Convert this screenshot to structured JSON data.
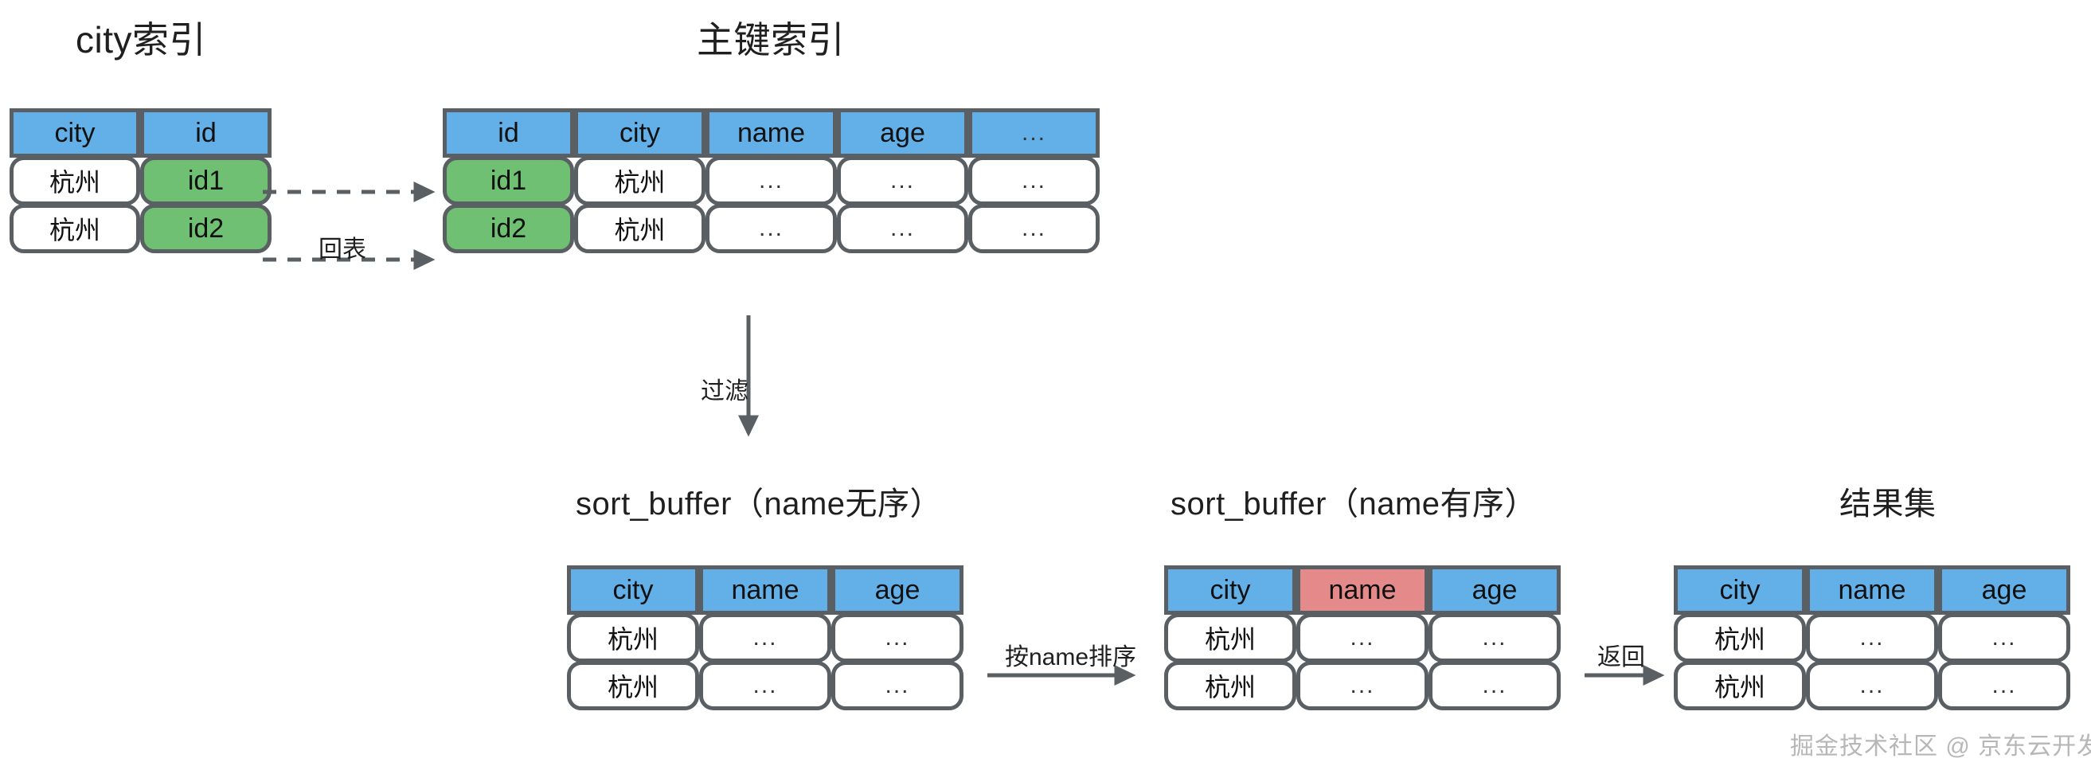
{
  "diagram": {
    "titles": {
      "city_index": "city索引",
      "pk_index": "主键索引",
      "sort_buffer_unsorted": "sort_buffer（name无序）",
      "sort_buffer_sorted": "sort_buffer（name有序）",
      "result_set": "结果集"
    },
    "tables": {
      "city_index": {
        "headers": [
          "city",
          "id"
        ],
        "rows": [
          [
            "杭州",
            "id1"
          ],
          [
            "杭州",
            "id2"
          ]
        ],
        "highlight_cells": [
          [
            0,
            1
          ],
          [
            1,
            1
          ]
        ],
        "highlight_color": "#6fc073"
      },
      "pk_index": {
        "headers": [
          "id",
          "city",
          "name",
          "age",
          "..."
        ],
        "rows": [
          [
            "id1",
            "杭州",
            "...",
            "...",
            "..."
          ],
          [
            "id2",
            "杭州",
            "...",
            "...",
            "..."
          ]
        ],
        "highlight_cells": [
          [
            0,
            0
          ],
          [
            1,
            0
          ]
        ],
        "highlight_color": "#6fc073"
      },
      "sort_buffer_unsorted": {
        "headers": [
          "city",
          "name",
          "age"
        ],
        "rows": [
          [
            "杭州",
            "...",
            "..."
          ],
          [
            "杭州",
            "...",
            "..."
          ]
        ],
        "header_highlight": null,
        "header_highlight_color": "#e58a8a"
      },
      "sort_buffer_sorted": {
        "headers": [
          "city",
          "name",
          "age"
        ],
        "rows": [
          [
            "杭州",
            "...",
            "..."
          ],
          [
            "杭州",
            "...",
            "..."
          ]
        ],
        "header_highlight": 1,
        "header_highlight_color": "#e58a8a"
      },
      "result_set": {
        "headers": [
          "city",
          "name",
          "age"
        ],
        "rows": [
          [
            "杭州",
            "...",
            "..."
          ],
          [
            "杭州",
            "...",
            "..."
          ]
        ],
        "header_highlight": null,
        "header_highlight_color": "#e58a8a"
      }
    },
    "arrows": {
      "back_to_table": {
        "label": "回表",
        "style": "dashed",
        "direction": "right",
        "count": 2
      },
      "filter": {
        "label": "过滤",
        "style": "solid",
        "direction": "down",
        "count": 1
      },
      "sort_by_name": {
        "label": "按name排序",
        "style": "solid",
        "direction": "right",
        "count": 1
      },
      "return": {
        "label": "返回",
        "style": "solid",
        "direction": "right",
        "count": 1
      }
    },
    "colors": {
      "header_blue": "#63b0e8",
      "highlight_green": "#6fc073",
      "highlight_red": "#e58a8a",
      "border_gray": "#5a5f63",
      "arrow_gray": "#595f63",
      "background": "#ffffff",
      "watermark_gray": "#b7b7b7"
    },
    "watermark": "掘金技术社区 @ 京东云开发者"
  }
}
